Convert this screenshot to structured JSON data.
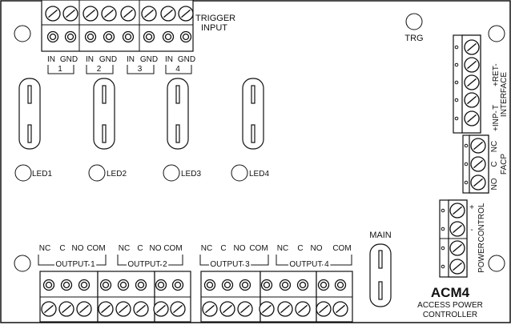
{
  "board": {
    "model": "ACM4",
    "subtitle_line1": "ACCESS POWER",
    "subtitle_line2": "CONTROLLER"
  },
  "trigger": {
    "title_line1": "TRIGGER",
    "title_line2": "INPUT",
    "pin_in": "IN",
    "pin_gnd": "GND",
    "channels": [
      "1",
      "2",
      "3",
      "4"
    ]
  },
  "trg_label": "TRG",
  "leds": [
    "LED1",
    "LED2",
    "LED3",
    "LED4"
  ],
  "main_label": "MAIN",
  "outputs": {
    "pins": [
      "NC",
      "C",
      "NO",
      "COM"
    ],
    "labels": [
      "OUTPUT 1",
      "OUTPUT 2",
      "OUTPUT 3",
      "OUTPUT 4"
    ]
  },
  "interface": {
    "pins": [
      "+RET-",
      "T",
      "+INP-"
    ],
    "title": "INTERFACE"
  },
  "facp": {
    "pins": [
      "NC",
      "C",
      "NO"
    ],
    "title": "FACP"
  },
  "control": {
    "plus": "+",
    "minus": "-",
    "title": "CONTROL"
  },
  "power": {
    "title": "POWER"
  }
}
